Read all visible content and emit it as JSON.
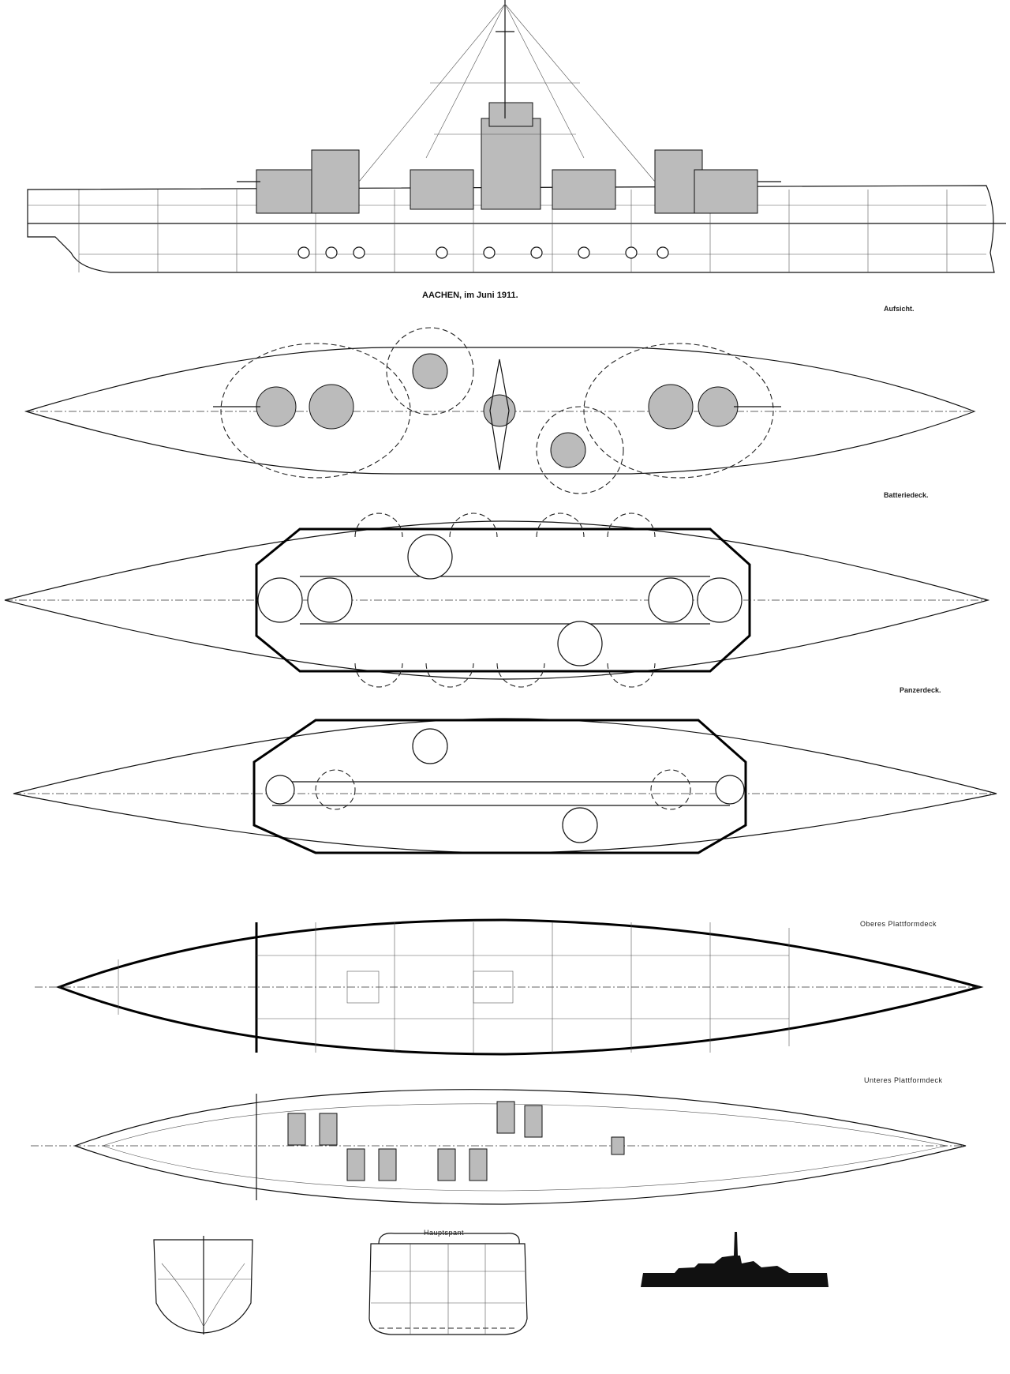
{
  "title": "AACHEN, im Juni 1911.",
  "views": {
    "aufsicht": "Aufsicht.",
    "batteriedeck": "Batteriedeck.",
    "panzerdeck": "Panzerdeck.",
    "oberes": "Oberes Plattformdeck",
    "unteres": "Unteres Plattformdeck",
    "hauptspant": "Hauptspant"
  }
}
